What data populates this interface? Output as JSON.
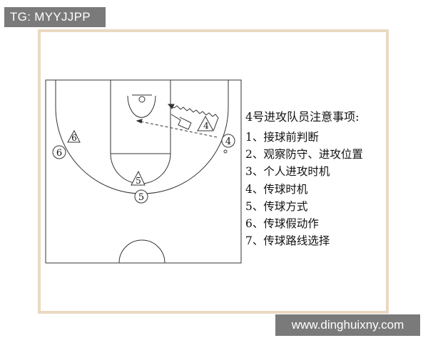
{
  "header": {
    "tag": "TG: MYYJJPP"
  },
  "footer": {
    "url": "www.dinghuixny.com"
  },
  "notes": {
    "title": "4号进攻队员注意事项:",
    "items": [
      "1、接球前判断",
      "2、观察防守、进攻位置",
      "3、个人进攻时机",
      "4、传球时机",
      "5、传球方式",
      "6、传球假动作",
      "7、传球路线选择"
    ]
  },
  "players": {
    "p4_def": "4",
    "p4_off": "4",
    "p6_def": "6",
    "p6_off": "6",
    "p5_def": "5",
    "p5_off": "5"
  }
}
